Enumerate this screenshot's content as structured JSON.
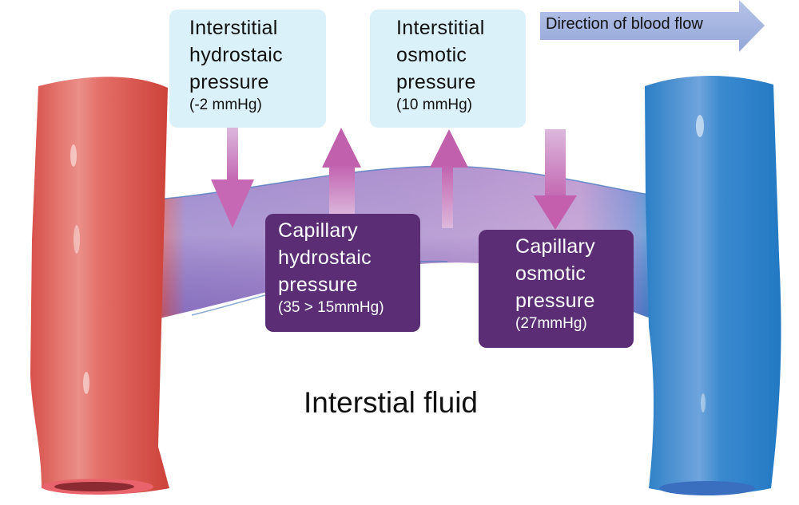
{
  "diagram": {
    "title": "Capillary exchange pressures",
    "flow_direction_label": "Direction of blood flow",
    "region_label": "Interstial fluid",
    "labels": {
      "interstitial_hydrostatic": {
        "line1": "Interstitial",
        "line2": "hydrostaic",
        "line3": "pressure",
        "value": "(-2 mmHg)",
        "arrow_direction": "down"
      },
      "interstitial_osmotic": {
        "line1": "Interstitial",
        "line2": "osmotic",
        "line3": "pressure",
        "value": "(10 mmHg)",
        "arrow_direction": "up"
      },
      "capillary_hydrostatic": {
        "line1": "Capillary",
        "line2": "hydrostaic",
        "line3": "pressure",
        "value": "(35 > 15mmHg)",
        "arrow_direction": "up"
      },
      "capillary_osmotic": {
        "line1": "Capillary",
        "line2": "osmotic",
        "line3": "pressure",
        "value": "(27mmHg)",
        "arrow_direction": "down"
      }
    },
    "vessels": {
      "arteriole": {
        "name": "arteriole",
        "color": "#d94a45"
      },
      "capillary": {
        "name": "capillary",
        "color": "#9a7fc4"
      },
      "venule": {
        "name": "venule",
        "color": "#2f86cc"
      }
    },
    "colors": {
      "light_box": "#dbf1f9",
      "dark_box": "#5a2d75",
      "pressure_arrow": "#c46db1",
      "flow_arrow": "#9fb0dc"
    }
  }
}
